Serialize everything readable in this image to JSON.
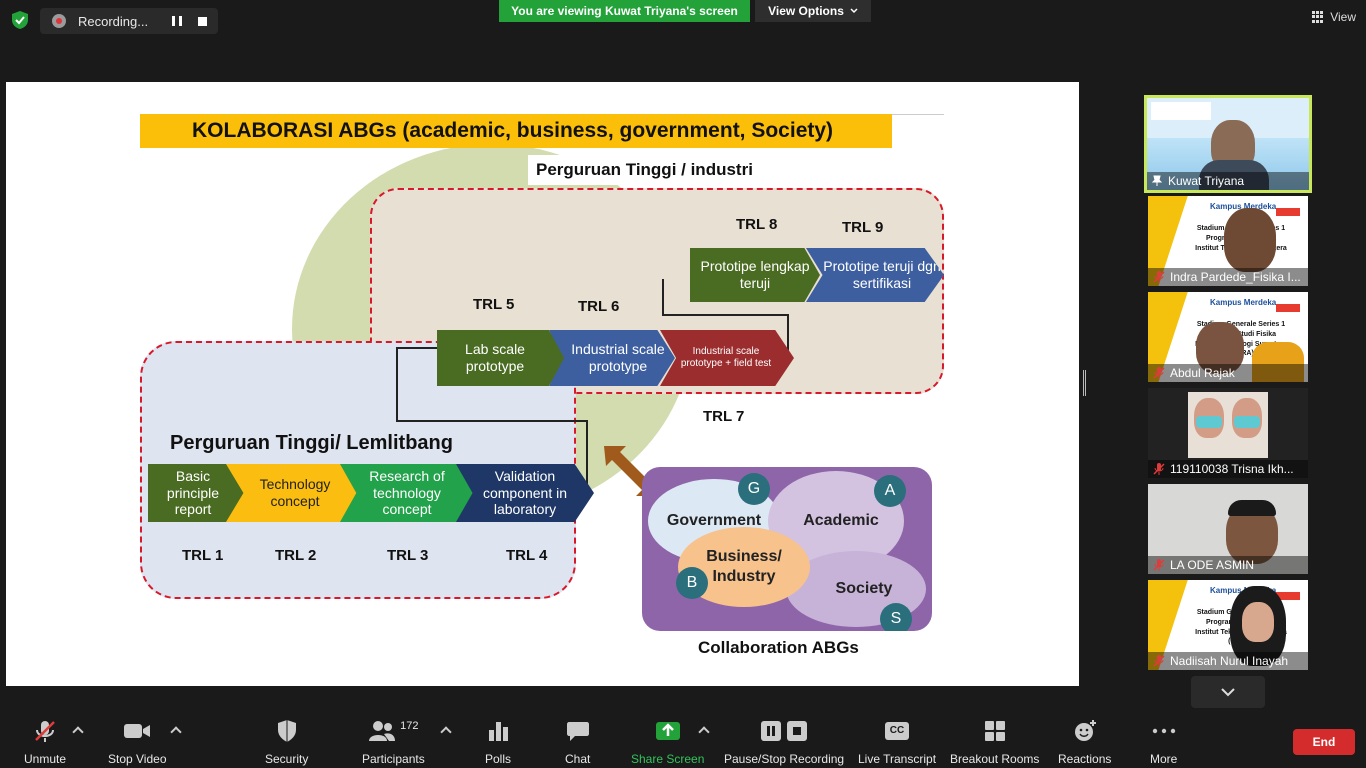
{
  "topbar": {
    "recording_label": "Recording...",
    "viewing_label": "You are viewing Kuwat Triyana's screen",
    "view_options_label": "View Options",
    "view_label": "View"
  },
  "slide": {
    "title": "KOLABORASI ABGs (academic, business, government, Society)",
    "heading_industri": "Perguruan Tinggi / industri",
    "heading_lemlit": "Perguruan Tinggi/ Lemlitbang",
    "trl_labels": {
      "trl1": "TRL 1",
      "trl2": "TRL 2",
      "trl3": "TRL 3",
      "trl4": "TRL 4",
      "trl5": "TRL 5",
      "trl6": "TRL 6",
      "trl7": "TRL 7",
      "trl8": "TRL 8",
      "trl9": "TRL 9"
    },
    "chevrons": {
      "c1": "Basic principle report",
      "c2": "Technology concept",
      "c3": "Research of technology concept",
      "c4": "Validation component in laboratory",
      "c5": "Lab scale prototype",
      "c6": "Industrial scale prototype",
      "c7": "Industrial scale prototype + field test",
      "c8": "Prototipe lengkap teruji",
      "c9": "Prototipe teruji dgn sertifikasi"
    },
    "abg": {
      "government": "Government",
      "academic": "Academic",
      "business": "Business/ Industry",
      "society": "Society",
      "badge_g": "G",
      "badge_a": "A",
      "badge_b": "B",
      "badge_s": "S",
      "caption": "Collaboration ABGs"
    }
  },
  "participants": [
    {
      "name": "Kuwat Triyana"
    },
    {
      "name": "Indra Pardede_Fisika I..."
    },
    {
      "name": "Abdul Rajak"
    },
    {
      "name": "119110038 Trisna Ikh..."
    },
    {
      "name": "LA ODE ASMIN"
    },
    {
      "name": "Nadiisah Nurul Inayah"
    }
  ],
  "banner": {
    "logo": "Kampus Merdeka",
    "line1": "Stadium Generale Series 1",
    "line2": "Program Studi Fisika",
    "line3": "Institut Teknologi Sumatera (ITERA)"
  },
  "toolbar": {
    "unmute": "Unmute",
    "stop_video": "Stop Video",
    "security": "Security",
    "participants": "Participants",
    "participants_count": "172",
    "polls": "Polls",
    "chat": "Chat",
    "share_screen": "Share Screen",
    "pause_stop_recording": "Pause/Stop Recording",
    "live_transcript": "Live Transcript",
    "cc": "CC",
    "breakout_rooms": "Breakout Rooms",
    "reactions": "Reactions",
    "more": "More",
    "end": "End"
  },
  "colors": {
    "share_green": "#23a23a",
    "end_red": "#d42c2c",
    "title_yellow": "#fcbf09",
    "active_speaker": "#c8e85a"
  }
}
